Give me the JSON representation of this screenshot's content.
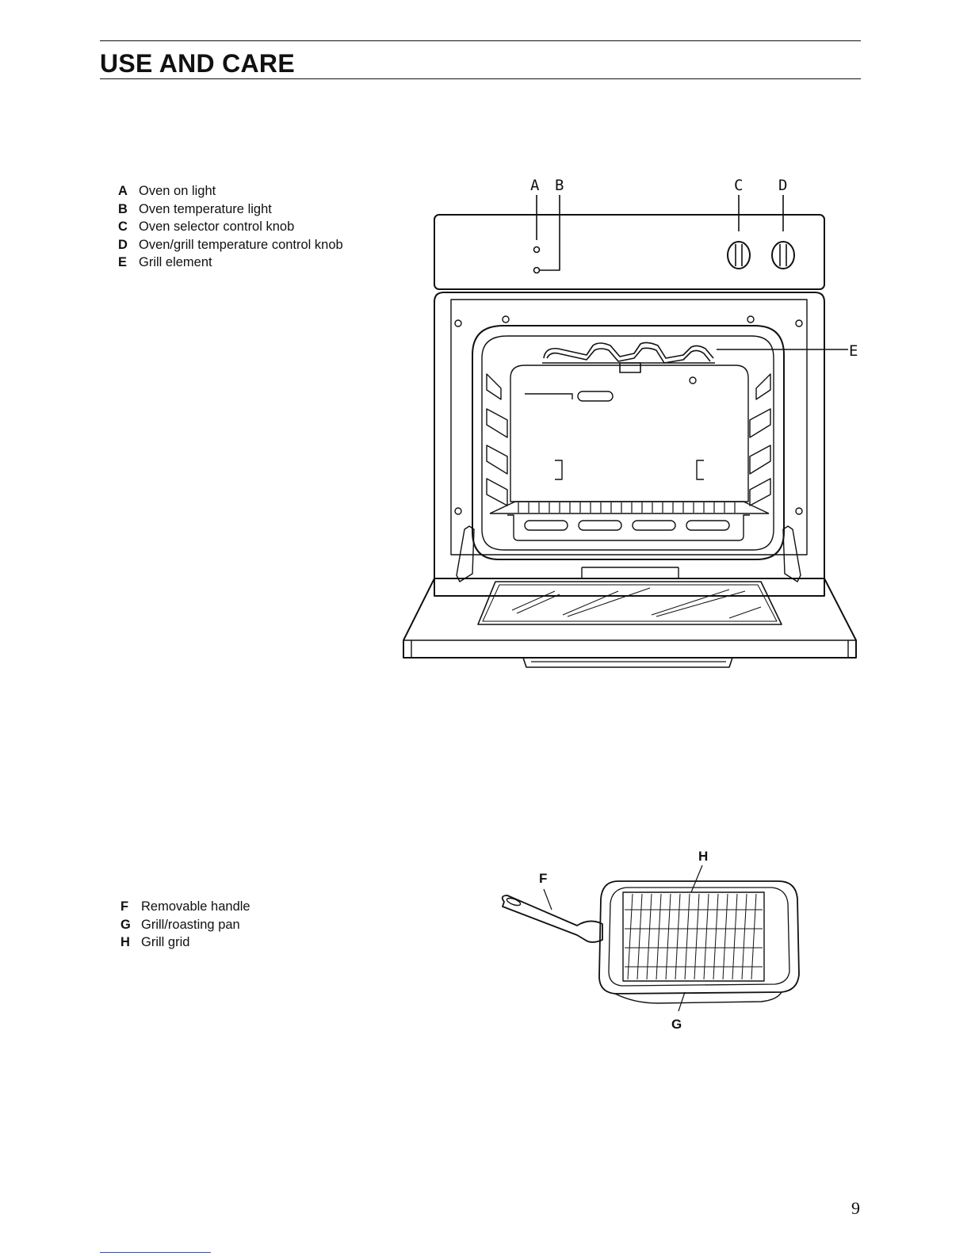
{
  "title": "USE AND CARE",
  "oven_legend": [
    {
      "key": "A",
      "text": "Oven on light"
    },
    {
      "key": "B",
      "text": "Oven temperature light"
    },
    {
      "key": "C",
      "text": "Oven selector control knob"
    },
    {
      "key": "D",
      "text": "Oven/grill temperature control knob"
    },
    {
      "key": "E",
      "text": "Grill element"
    }
  ],
  "pan_legend": [
    {
      "key": "F",
      "text": "Removable handle"
    },
    {
      "key": "G",
      "text": "Grill/roasting pan"
    },
    {
      "key": "H",
      "text": "Grill grid"
    }
  ],
  "oven_callouts": {
    "a": "A",
    "b": "B",
    "c": "C",
    "d": "D",
    "e": "E"
  },
  "pan_callouts": {
    "f": "F",
    "g": "G",
    "h": "H"
  },
  "page_number": "9"
}
